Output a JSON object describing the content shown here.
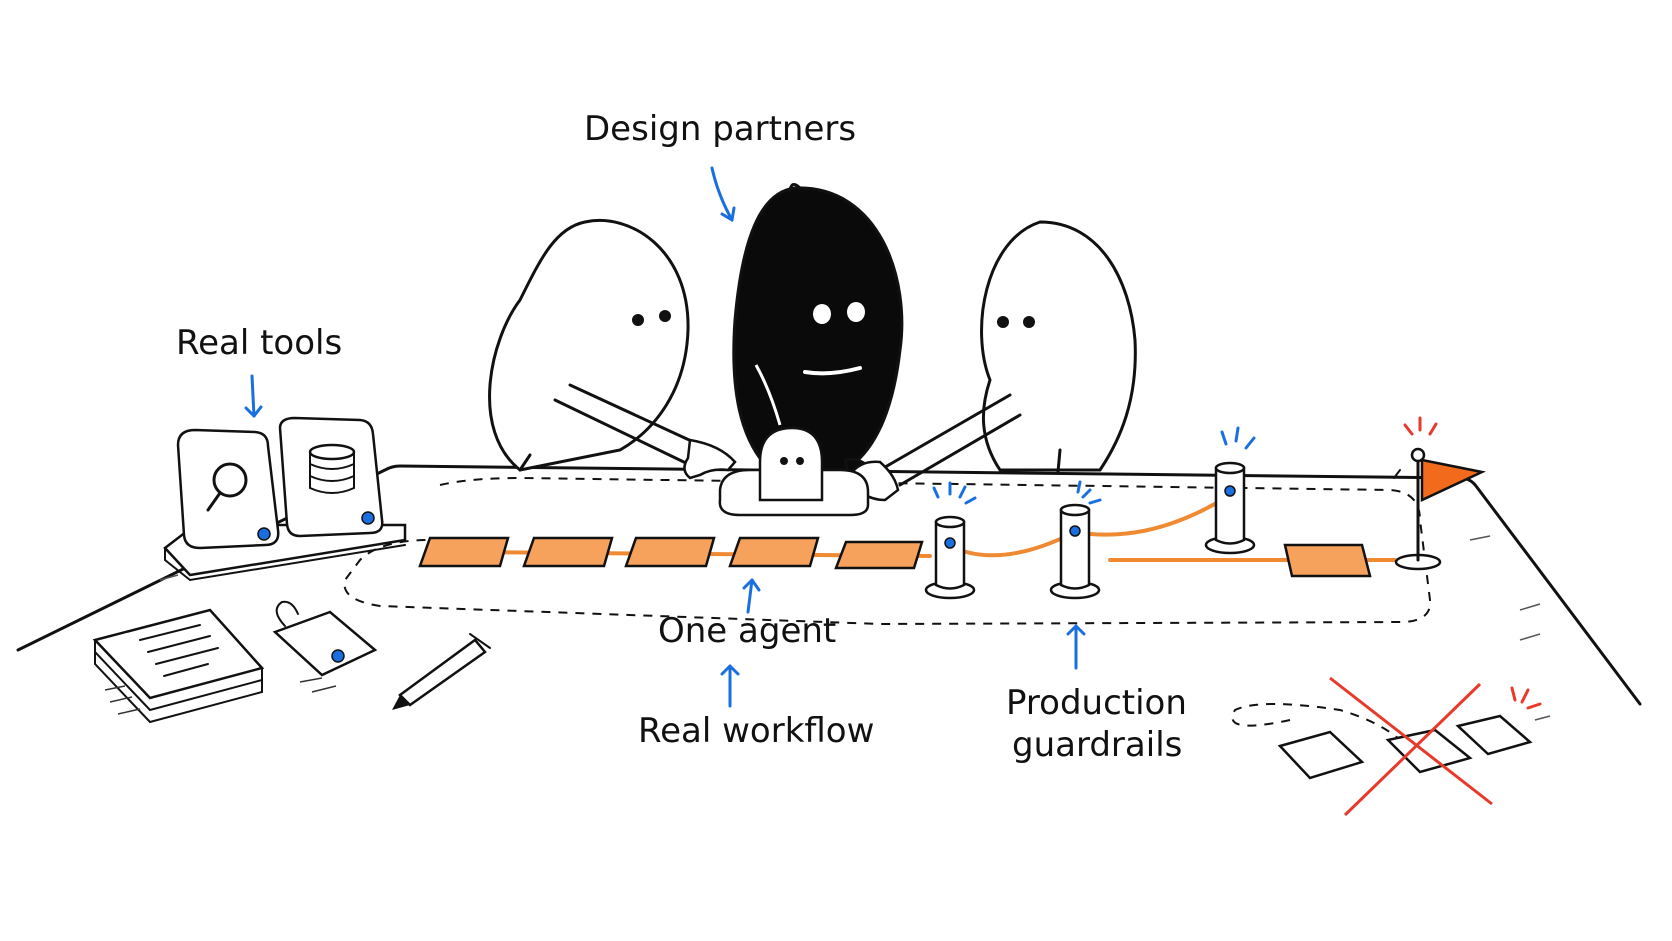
{
  "labels": {
    "design_partners": "Design partners",
    "real_tools": "Real tools",
    "one_agent": "One agent",
    "real_workflow": "Real workflow",
    "production_line1": "Production",
    "production_line2": "guardrails"
  },
  "icons": [
    "search-icon",
    "database-icon",
    "notebook-icon",
    "badge-icon",
    "pen-icon",
    "flag-icon",
    "guardrail-post-icon"
  ],
  "colors": {
    "accent": "#1a6fe0",
    "orange": "#f6a25c",
    "orange_line": "#f08a32",
    "warn": "#e83a2a",
    "ink": "#111111"
  }
}
